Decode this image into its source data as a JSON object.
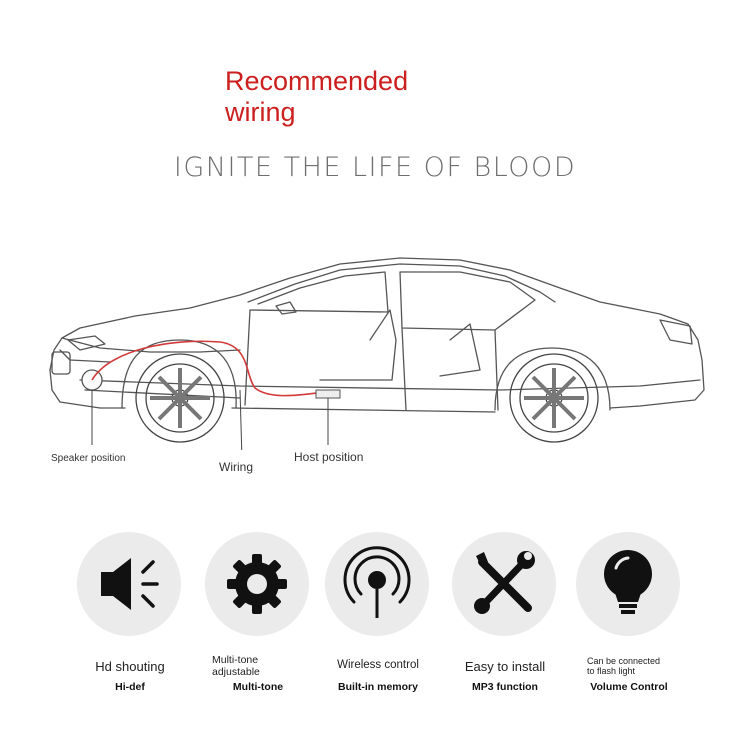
{
  "header": {
    "recommended_line1": "Recommended",
    "recommended_line2": "wiring",
    "tagline": "IGNITE THE LIFE OF BLOOD"
  },
  "diagram": {
    "speaker_label": "Speaker position",
    "wiring_label": "Wiring",
    "host_label": "Host position",
    "wire_color": "#d23a3a"
  },
  "features": [
    {
      "icon": "speaker-icon",
      "main": "Hd shouting",
      "sub": "Hi-def"
    },
    {
      "icon": "gear-icon",
      "main_line1": "Multi-tone",
      "main_line2": "adjustable",
      "sub": "Multi-tone"
    },
    {
      "icon": "wireless-icon",
      "main": "Wireless control",
      "sub": "Built-in memory"
    },
    {
      "icon": "tools-icon",
      "main": "Easy to install",
      "sub": "MP3 function"
    },
    {
      "icon": "light-bulb-icon",
      "main_line1": "Can be connected",
      "main_line2": "to flash light",
      "sub": "Volume Control"
    }
  ],
  "colors": {
    "accent_red": "#cc1f1f",
    "icon_bg": "#ebebeb",
    "icon_fg": "#111111"
  }
}
